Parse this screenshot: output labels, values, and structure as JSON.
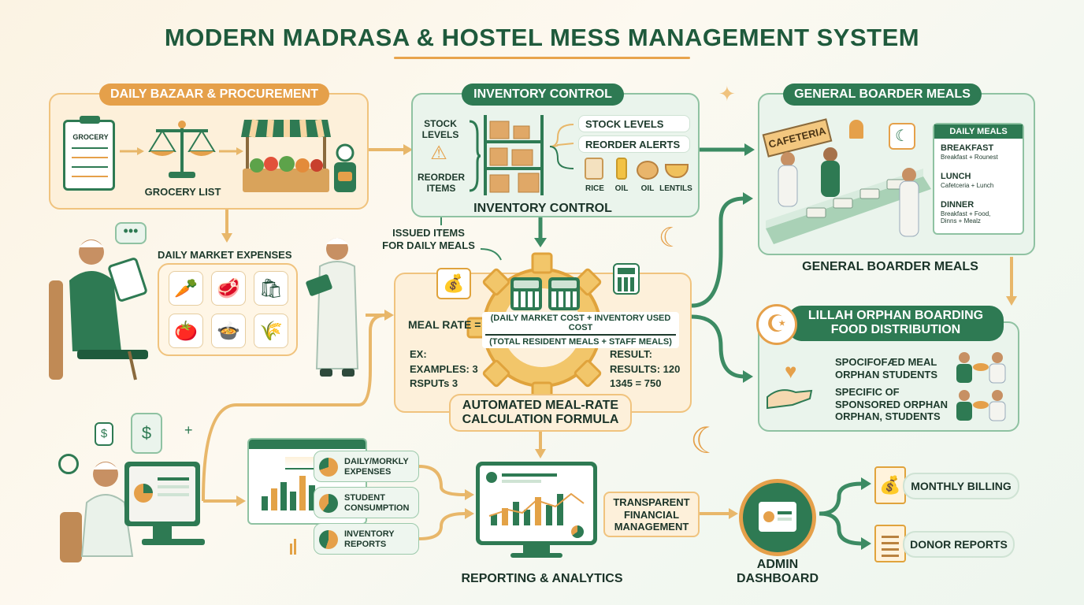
{
  "title": "MODERN MADRASA & HOSTEL MESS MANAGEMENT SYSTEM",
  "procurement": {
    "header": "DAILY BAZAAR & PROCUREMENT",
    "clipboard_label": "GROCERY",
    "list_label": "GROCERY LIST"
  },
  "inventory": {
    "header": "INVENTORY CONTROL",
    "left_top": "STOCK\nLEVELS",
    "left_bottom": "REORDER\nITEMS",
    "right_items": [
      "STOCK LEVELS",
      "REORDER ALERTS"
    ],
    "goods": [
      "RICE",
      "OIL",
      "OIL",
      "LENTILS"
    ],
    "footer": "INVENTORY CONTROL"
  },
  "boarder": {
    "header": "GENERAL BOARDER MEALS",
    "sign": "CAFETERIA",
    "daily_title": "DAILY MEALS",
    "meals": [
      {
        "name": "BREAKFAST",
        "desc": "Breakfast + Rounest"
      },
      {
        "name": "LUNCH",
        "desc": "Cafetceria + Lunch"
      },
      {
        "name": "DINNER",
        "desc": "Breakfast + Food,\nDinns + Mealz"
      }
    ],
    "footer": "GENERAL BOARDER MEALS"
  },
  "expenses": {
    "header": "DAILY MARKET EXPENSES",
    "issued": "ISSUED ITEMS\nFOR DAILY MEALS"
  },
  "formula": {
    "lhs": "MEAL RATE =",
    "numerator": "(DAILY MARKET COST + INVENTORY USED COST",
    "denominator": "(TOTAL RESIDENT MEALS + STAFF MEALS)",
    "left_lines": [
      "EX:",
      "EXAMPLES: 3",
      "RSPUTs 3"
    ],
    "right_lines": [
      "RESULT:",
      "RESULTS: 120",
      "1345 = 750"
    ],
    "footer": "AUTOMATED MEAL-RATE\nCALCULATION FORMULA"
  },
  "orphan": {
    "header": "LILLAH ORPHAN BOARDING\nFOOD DISTRIBUTION",
    "line1": "SPOCIFOFÆD MEAL\nORPHAN STUDENTS",
    "line2": "SPECIFIC OF\nSPONSORED ORPHAN\nORPHAN, STUDENTS"
  },
  "reports": {
    "items": [
      "DAILY/MORKLY\nEXPENSES",
      "STUDENT\nCONSUMPTION",
      "INVENTORY\nREPORTS"
    ],
    "footer": "REPORTING & ANALYTICS",
    "transparent": "TRANSPARENT\nFINANCIAL\nMANAGEMENT"
  },
  "admin": {
    "label": "ADMIN\nDASHBOARD",
    "outputs": [
      "MONTHLY BILLING",
      "DONOR REPORTS"
    ]
  },
  "colors": {
    "green": "#2e7a53",
    "orange": "#e5a04a",
    "cream": "#fdf0da"
  }
}
